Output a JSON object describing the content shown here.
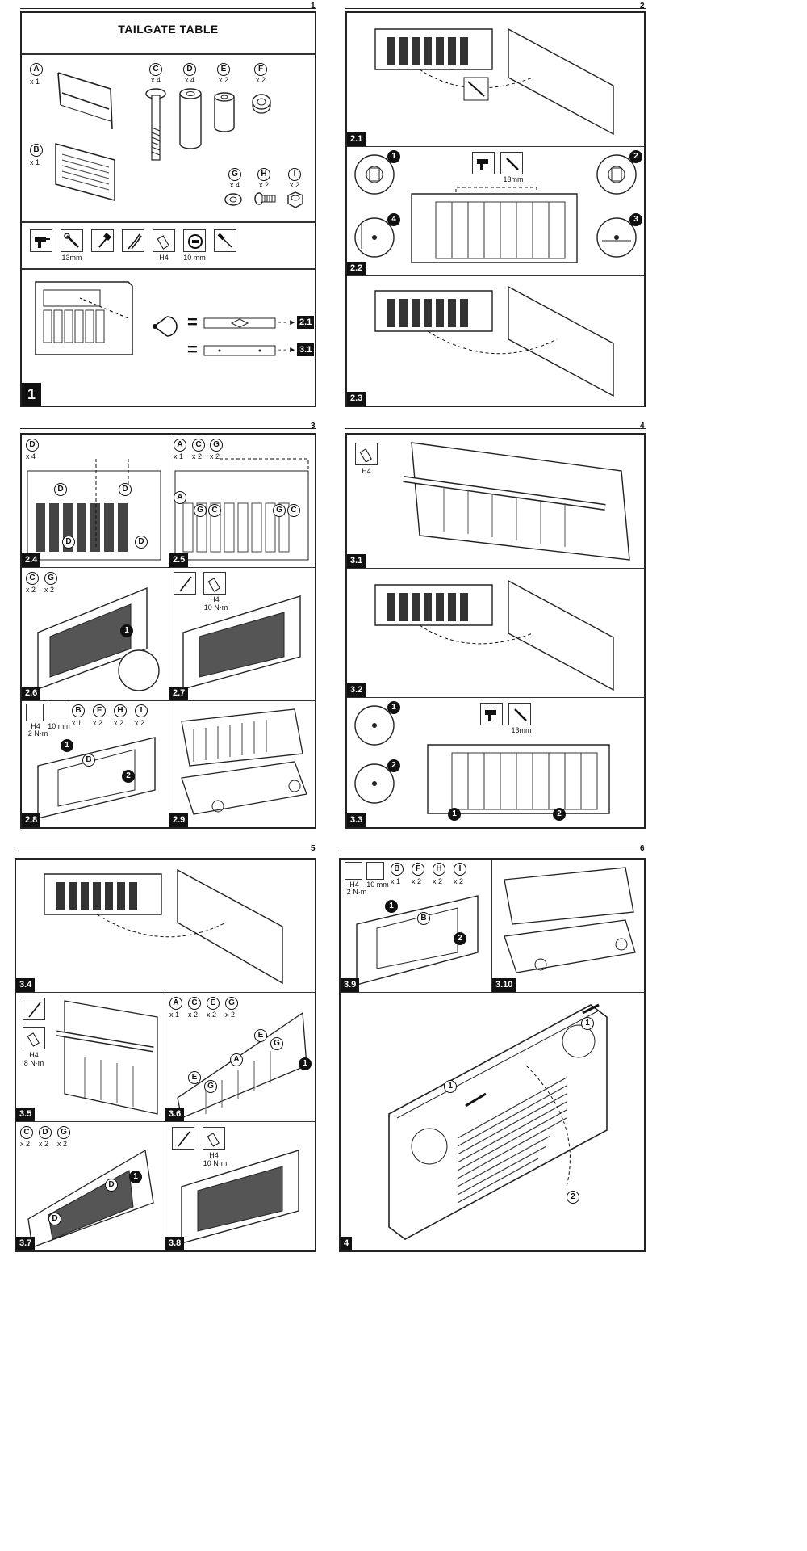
{
  "page_numbers": [
    "1",
    "2",
    "3",
    "4",
    "5",
    "6"
  ],
  "title": "TAILGATE TABLE",
  "parts": [
    {
      "letter": "A",
      "qty": "x 1"
    },
    {
      "letter": "B",
      "qty": "x 1"
    },
    {
      "letter": "C",
      "qty": "x 4"
    },
    {
      "letter": "D",
      "qty": "x 4"
    },
    {
      "letter": "E",
      "qty": "x 2"
    },
    {
      "letter": "F",
      "qty": "x 2"
    },
    {
      "letter": "G",
      "qty": "x 4"
    },
    {
      "letter": "H",
      "qty": "x 2"
    },
    {
      "letter": "I",
      "qty": "x 2"
    }
  ],
  "tools": [
    {
      "icon": "drill-icon",
      "label": ""
    },
    {
      "icon": "wrench-icon",
      "label": "13mm"
    },
    {
      "icon": "hammer-icon",
      "label": ""
    },
    {
      "icon": "pliers-icon",
      "label": ""
    },
    {
      "icon": "hex-bit-icon",
      "label": "H4"
    },
    {
      "icon": "socket-icon",
      "label": "10 mm"
    },
    {
      "icon": "screwdriver-icon",
      "label": ""
    }
  ],
  "step1": {
    "equals": "=",
    "goto_a": "2.1",
    "goto_b": "3.1",
    "step": "1"
  },
  "steps": {
    "s21": "2.1",
    "s22": "2.2",
    "s23": "2.3",
    "s24": "2.4",
    "s25": "2.5",
    "s26": "2.6",
    "s27": "2.7",
    "s28": "2.8",
    "s29": "2.9",
    "s31": "3.1",
    "s32": "3.2",
    "s33": "3.3",
    "s34": "3.4",
    "s35": "3.5",
    "s36": "3.6",
    "s37": "3.7",
    "s38": "3.8",
    "s39": "3.9",
    "s310": "3.10",
    "s4": "4"
  },
  "labels": {
    "mm13": "13mm",
    "h4": "H4",
    "h4_10": "10 N·m",
    "h4_2": "2 N·m",
    "h4_8": "8 N·m",
    "mm10": "10 mm",
    "x1": "x 1",
    "x2": "x 2",
    "x4": "x 4"
  },
  "callouts": [
    "1",
    "2",
    "3",
    "4"
  ]
}
